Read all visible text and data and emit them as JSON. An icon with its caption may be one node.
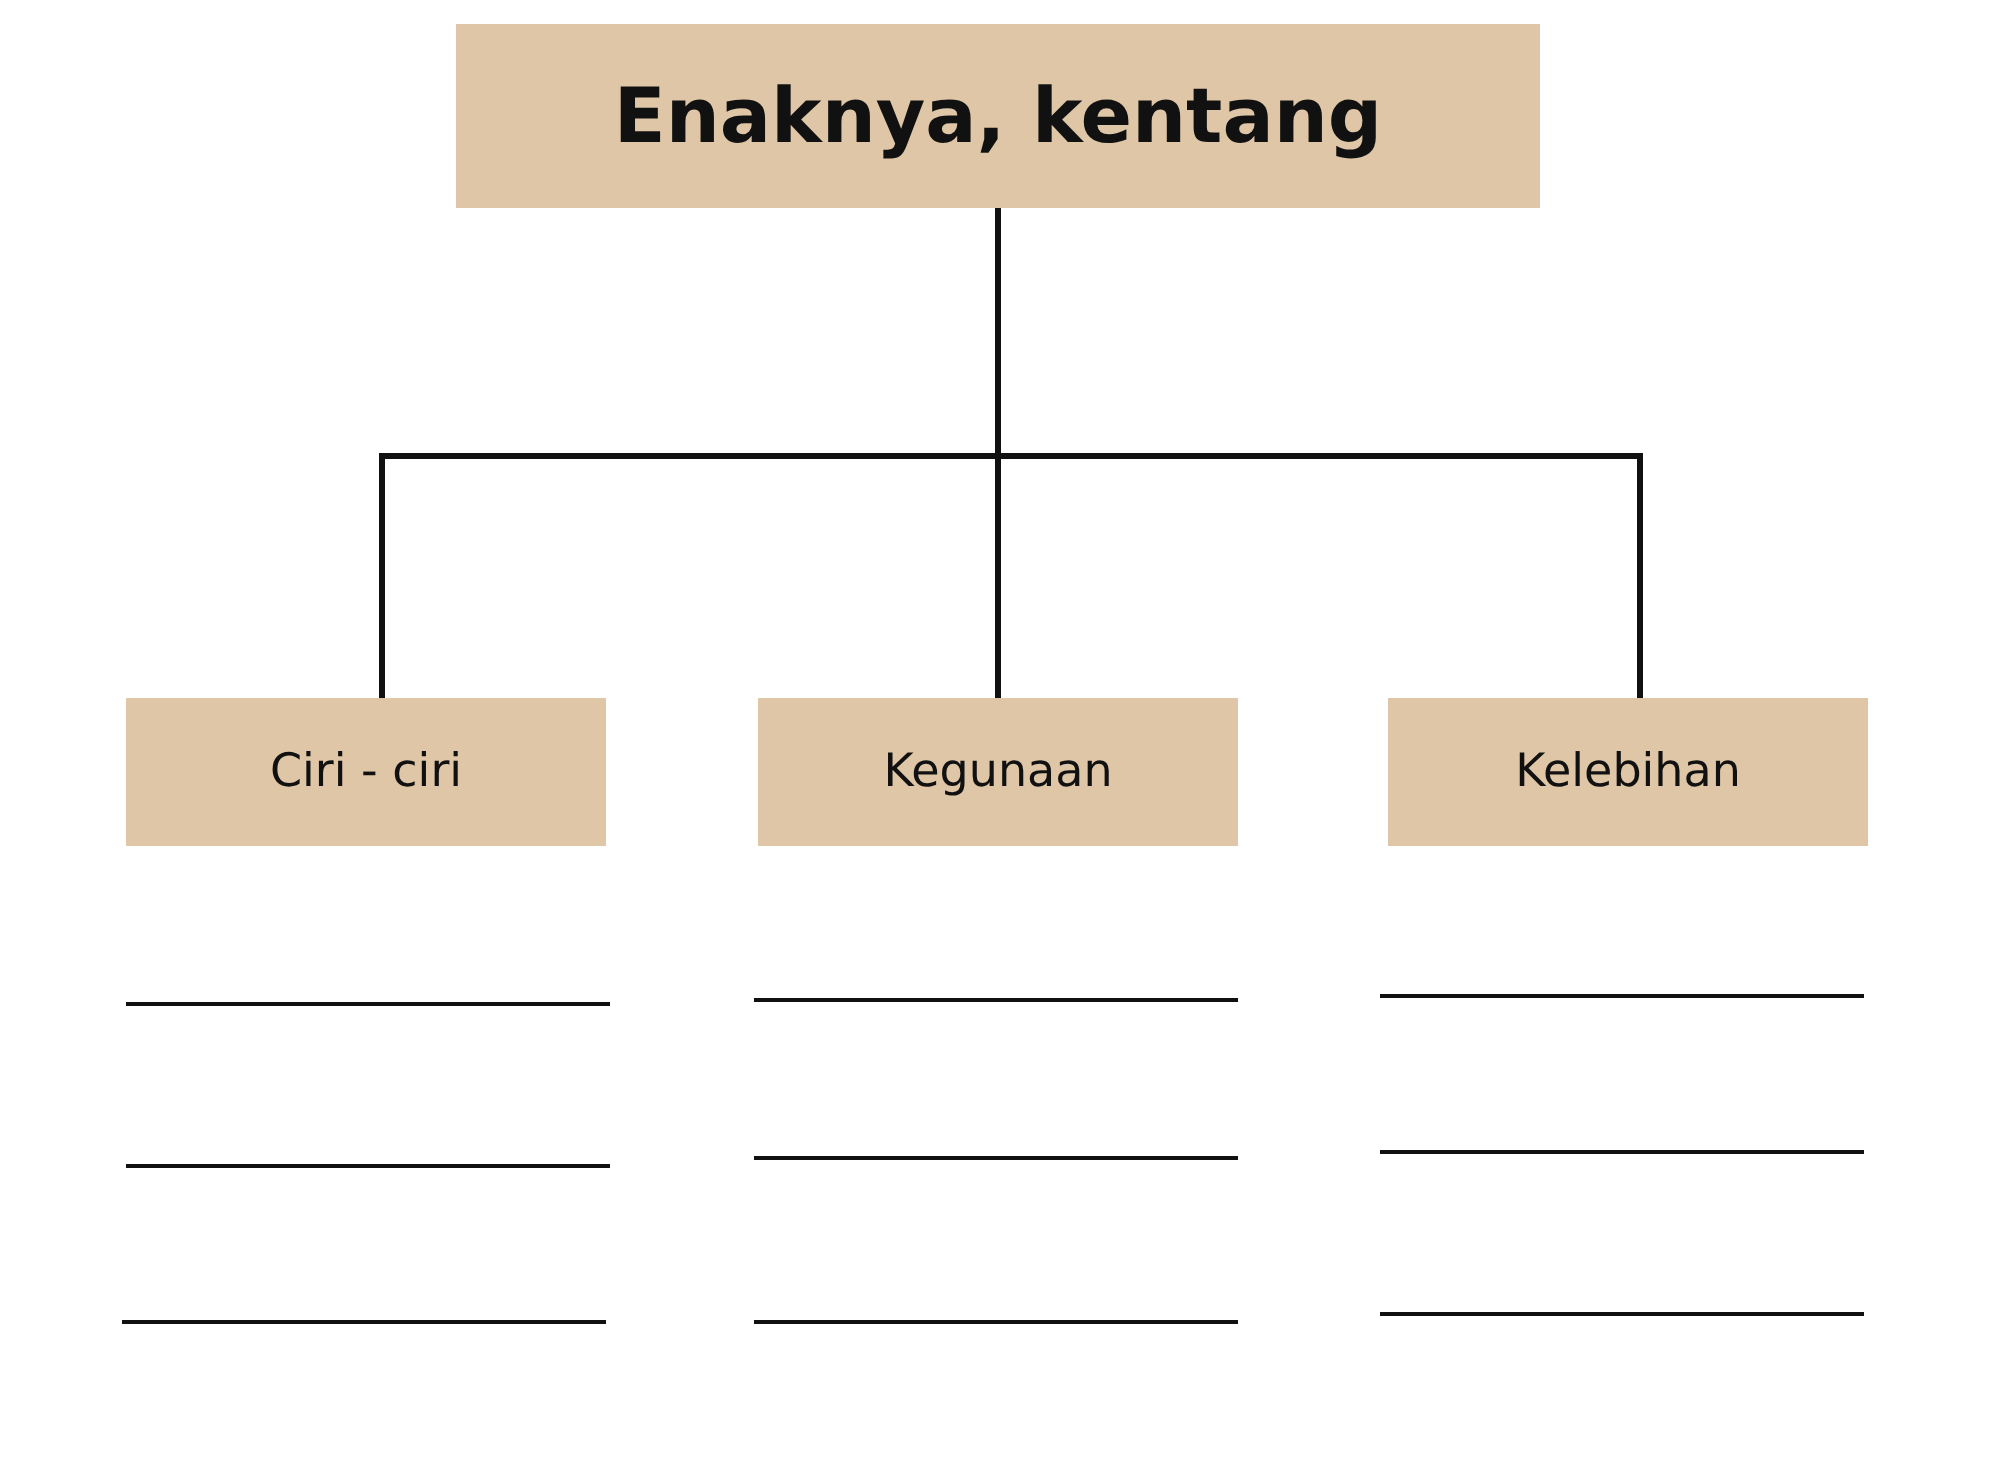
{
  "diagram": {
    "nodes": [
      {
        "text": [
          "Enaknya, kentang"
        ]
      },
      {
        "text": [
          "Ciri - ciri"
        ]
      },
      {
        "text": [
          "Kegunaan"
        ]
      },
      {
        "text": [
          "Kelebihan"
        ]
      }
    ],
    "edges": [
      {
        "from": 0,
        "to": 1,
        "arrow": "none"
      },
      {
        "from": 0,
        "to": 2,
        "arrow": "none"
      },
      {
        "from": 0,
        "to": 3,
        "arrow": "none"
      }
    ]
  }
}
